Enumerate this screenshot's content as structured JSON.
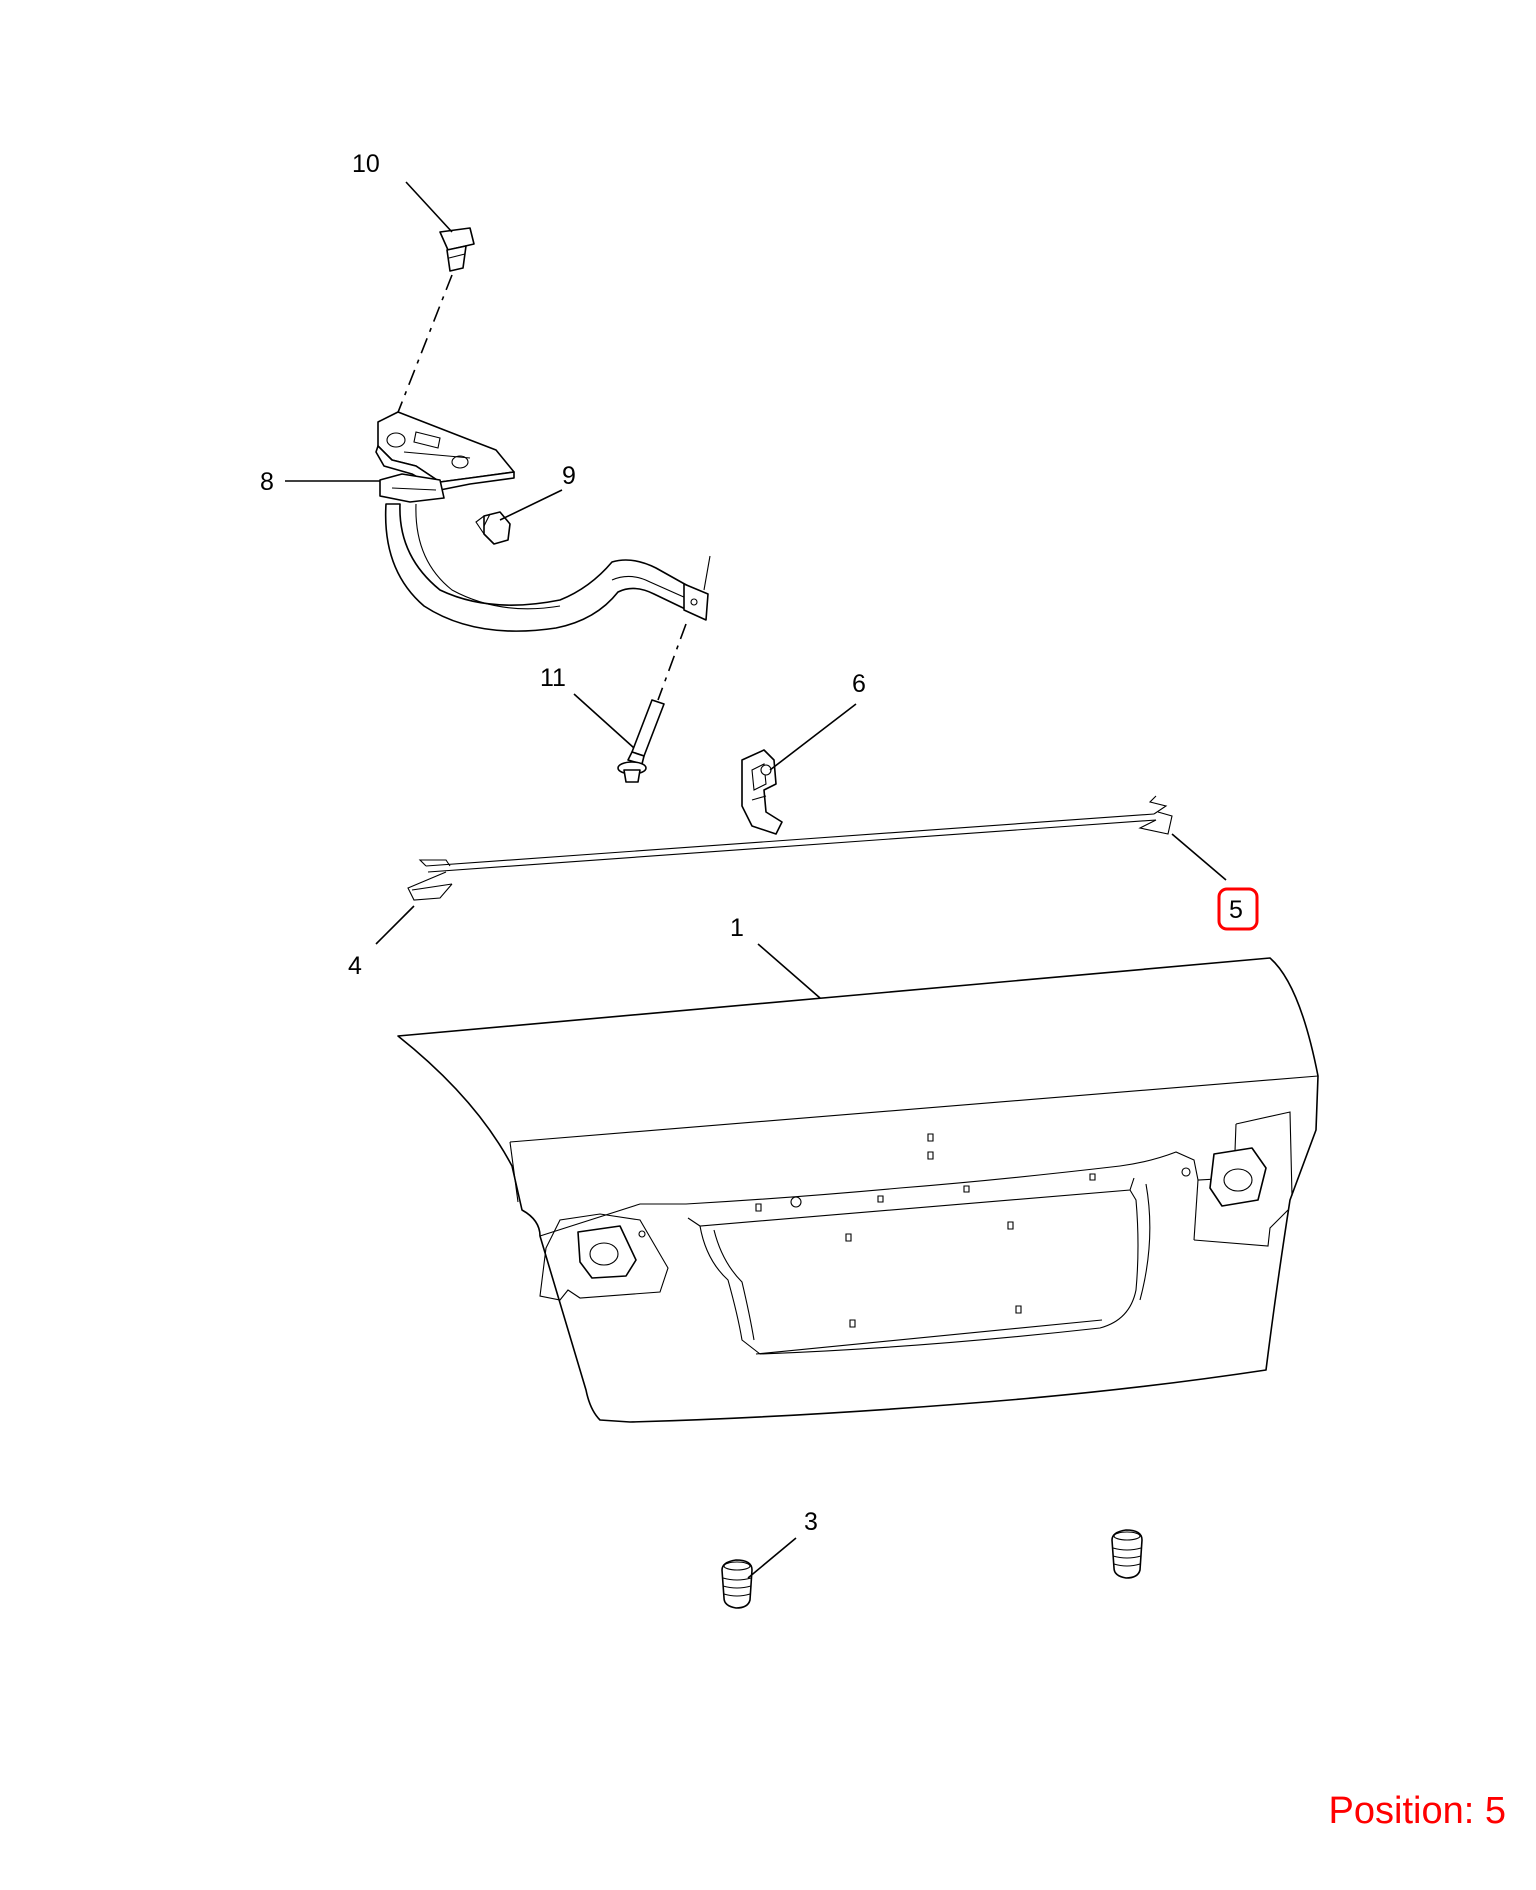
{
  "diagram": {
    "callouts": [
      {
        "id": "1",
        "label": "1"
      },
      {
        "id": "3",
        "label": "3"
      },
      {
        "id": "4",
        "label": "4"
      },
      {
        "id": "5",
        "label": "5"
      },
      {
        "id": "6",
        "label": "6"
      },
      {
        "id": "8",
        "label": "8"
      },
      {
        "id": "9",
        "label": "9"
      },
      {
        "id": "10",
        "label": "10"
      },
      {
        "id": "11",
        "label": "11"
      }
    ],
    "highlighted_callout": "5",
    "highlight_color": "#ff0000"
  },
  "position_indicator": {
    "text": "Position: 5",
    "color": "#ff0000"
  }
}
